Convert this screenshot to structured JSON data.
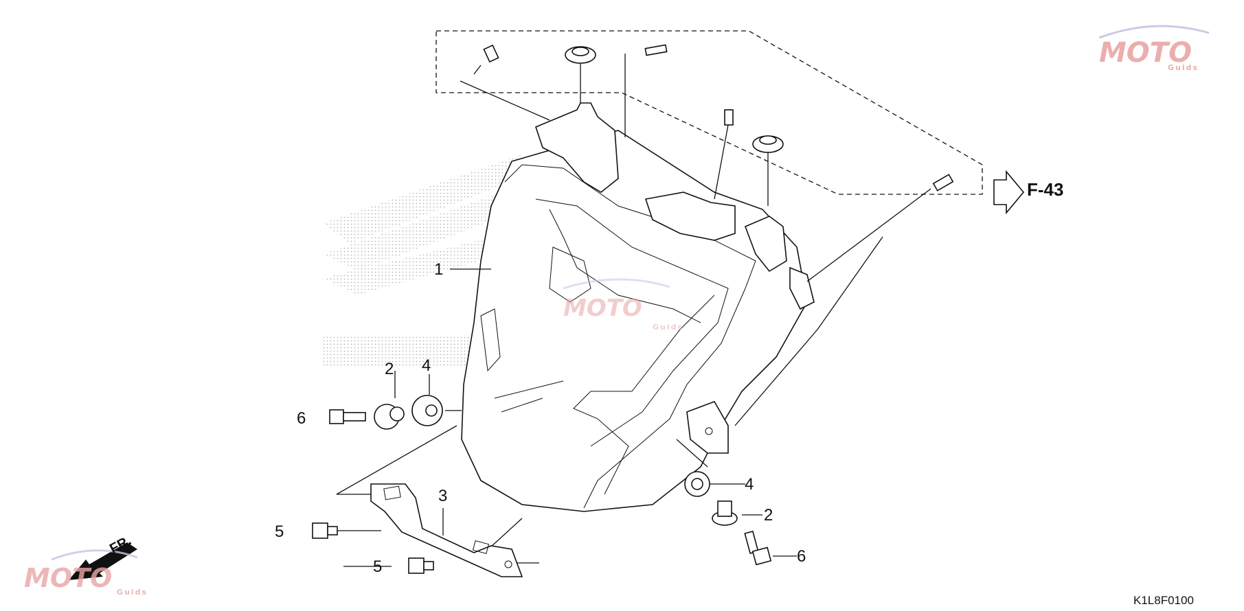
{
  "diagram": {
    "reference_code": "K1L8F0100",
    "cross_ref": "F-43",
    "direction_label": "FR.",
    "callouts": [
      {
        "id": "c1",
        "label": "1"
      },
      {
        "id": "c2a",
        "label": "2"
      },
      {
        "id": "c2b",
        "label": "2"
      },
      {
        "id": "c3",
        "label": "3"
      },
      {
        "id": "c4a",
        "label": "4"
      },
      {
        "id": "c4b",
        "label": "4"
      },
      {
        "id": "c5a",
        "label": "5"
      },
      {
        "id": "c5b",
        "label": "5"
      },
      {
        "id": "c6a",
        "label": "6"
      },
      {
        "id": "c6b",
        "label": "6"
      }
    ]
  },
  "watermark": {
    "brand": "MOTO",
    "sub": "Guids",
    "colors": {
      "primary": "#e9a6a6",
      "accent": "#b9b2d8"
    }
  },
  "colors": {
    "line": "#111111",
    "dots": "#bdbdbd",
    "background": "#ffffff"
  }
}
